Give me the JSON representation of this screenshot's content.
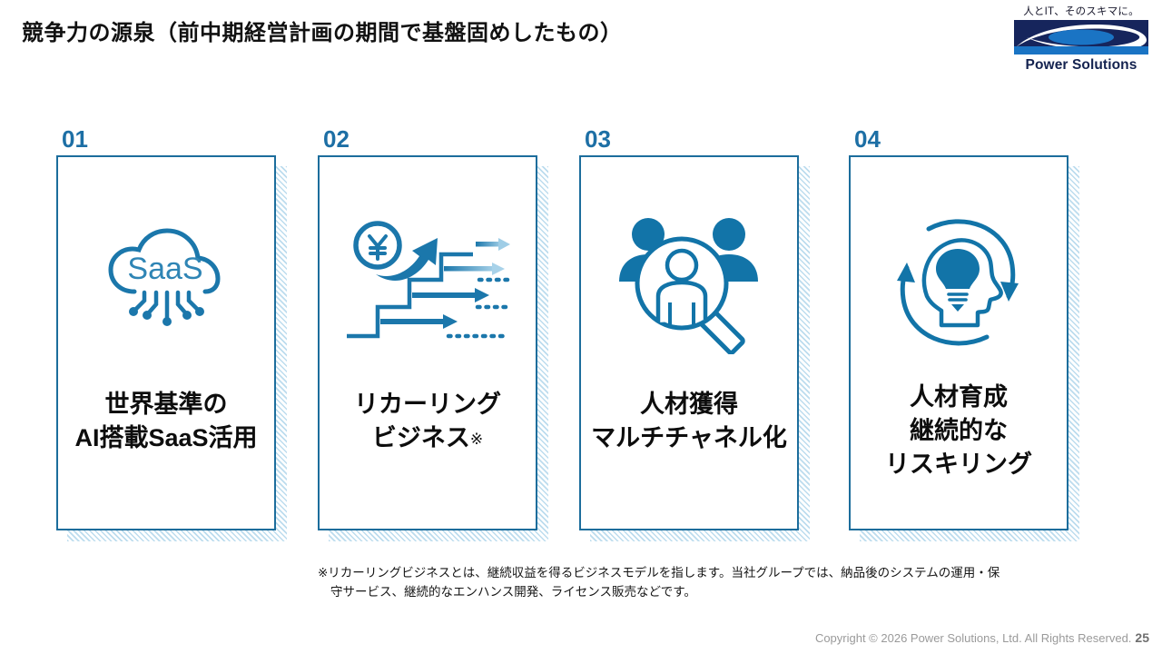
{
  "slide": {
    "title": "競争力の源泉（前中期経営計画の期間で基盤固めしたもの）",
    "accent_color": "#1c6d9c",
    "number_color": "#1d6fa5",
    "shadow_color": "#bcdcee"
  },
  "logo": {
    "tagline": "人とIT、そのスキマに。",
    "brand_name": "Power Solutions",
    "mark_navy": "#16255c",
    "mark_blue": "#1a74c4"
  },
  "cards": [
    {
      "number": "01",
      "icon": "saas-cloud-icon",
      "icon_text": "SaaS",
      "label_line1": "世界基準の",
      "label_line2": "AI搭載SaaS活用",
      "label_line3": "",
      "note_mark": ""
    },
    {
      "number": "02",
      "icon": "yen-growth-stairs-icon",
      "icon_text": "¥",
      "label_line1": "リカーリング",
      "label_line2": "ビジネス",
      "label_line3": "",
      "note_mark": "※"
    },
    {
      "number": "03",
      "icon": "people-search-icon",
      "icon_text": "",
      "label_line1": "人材獲得",
      "label_line2": "マルチチャネル化",
      "label_line3": "",
      "note_mark": ""
    },
    {
      "number": "04",
      "icon": "head-lightbulb-cycle-icon",
      "icon_text": "",
      "label_line1": "人材育成",
      "label_line2": "継続的な",
      "label_line3": "リスキリング",
      "note_mark": ""
    }
  ],
  "footnote": {
    "line1": "※リカーリングビジネスとは、継続収益を得るビジネスモデルを指します。当社グループでは、納品後のシステムの運用・保",
    "line2": "守サービス、継続的なエンハンス開発、ライセンス販売などです。"
  },
  "footer": {
    "copyright": "Copyright © 2026 Power Solutions, Ltd. All Rights Reserved.",
    "page_number": "25"
  }
}
